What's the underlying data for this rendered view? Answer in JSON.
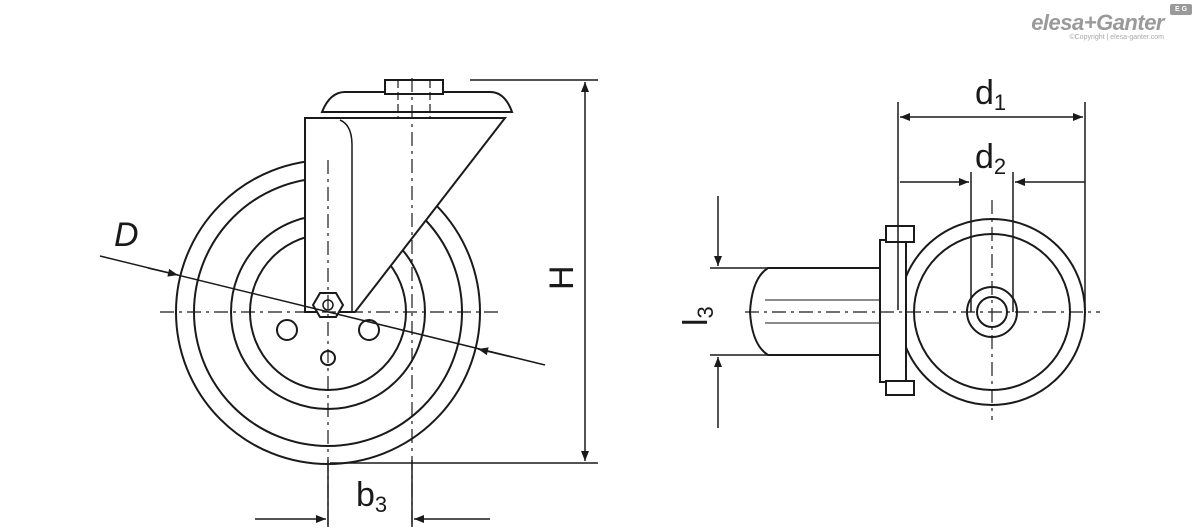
{
  "brand": {
    "name": "elesa+Ganter",
    "copyright": "©Copyright | elesa-ganter.com",
    "badge": "E G"
  },
  "dimensions": {
    "D": "D",
    "H": "H",
    "b": "b",
    "b_sub": "3",
    "d1": "d",
    "d1_sub": "1",
    "d2": "d",
    "d2_sub": "2",
    "l3": "l",
    "l3_sub": "3"
  }
}
